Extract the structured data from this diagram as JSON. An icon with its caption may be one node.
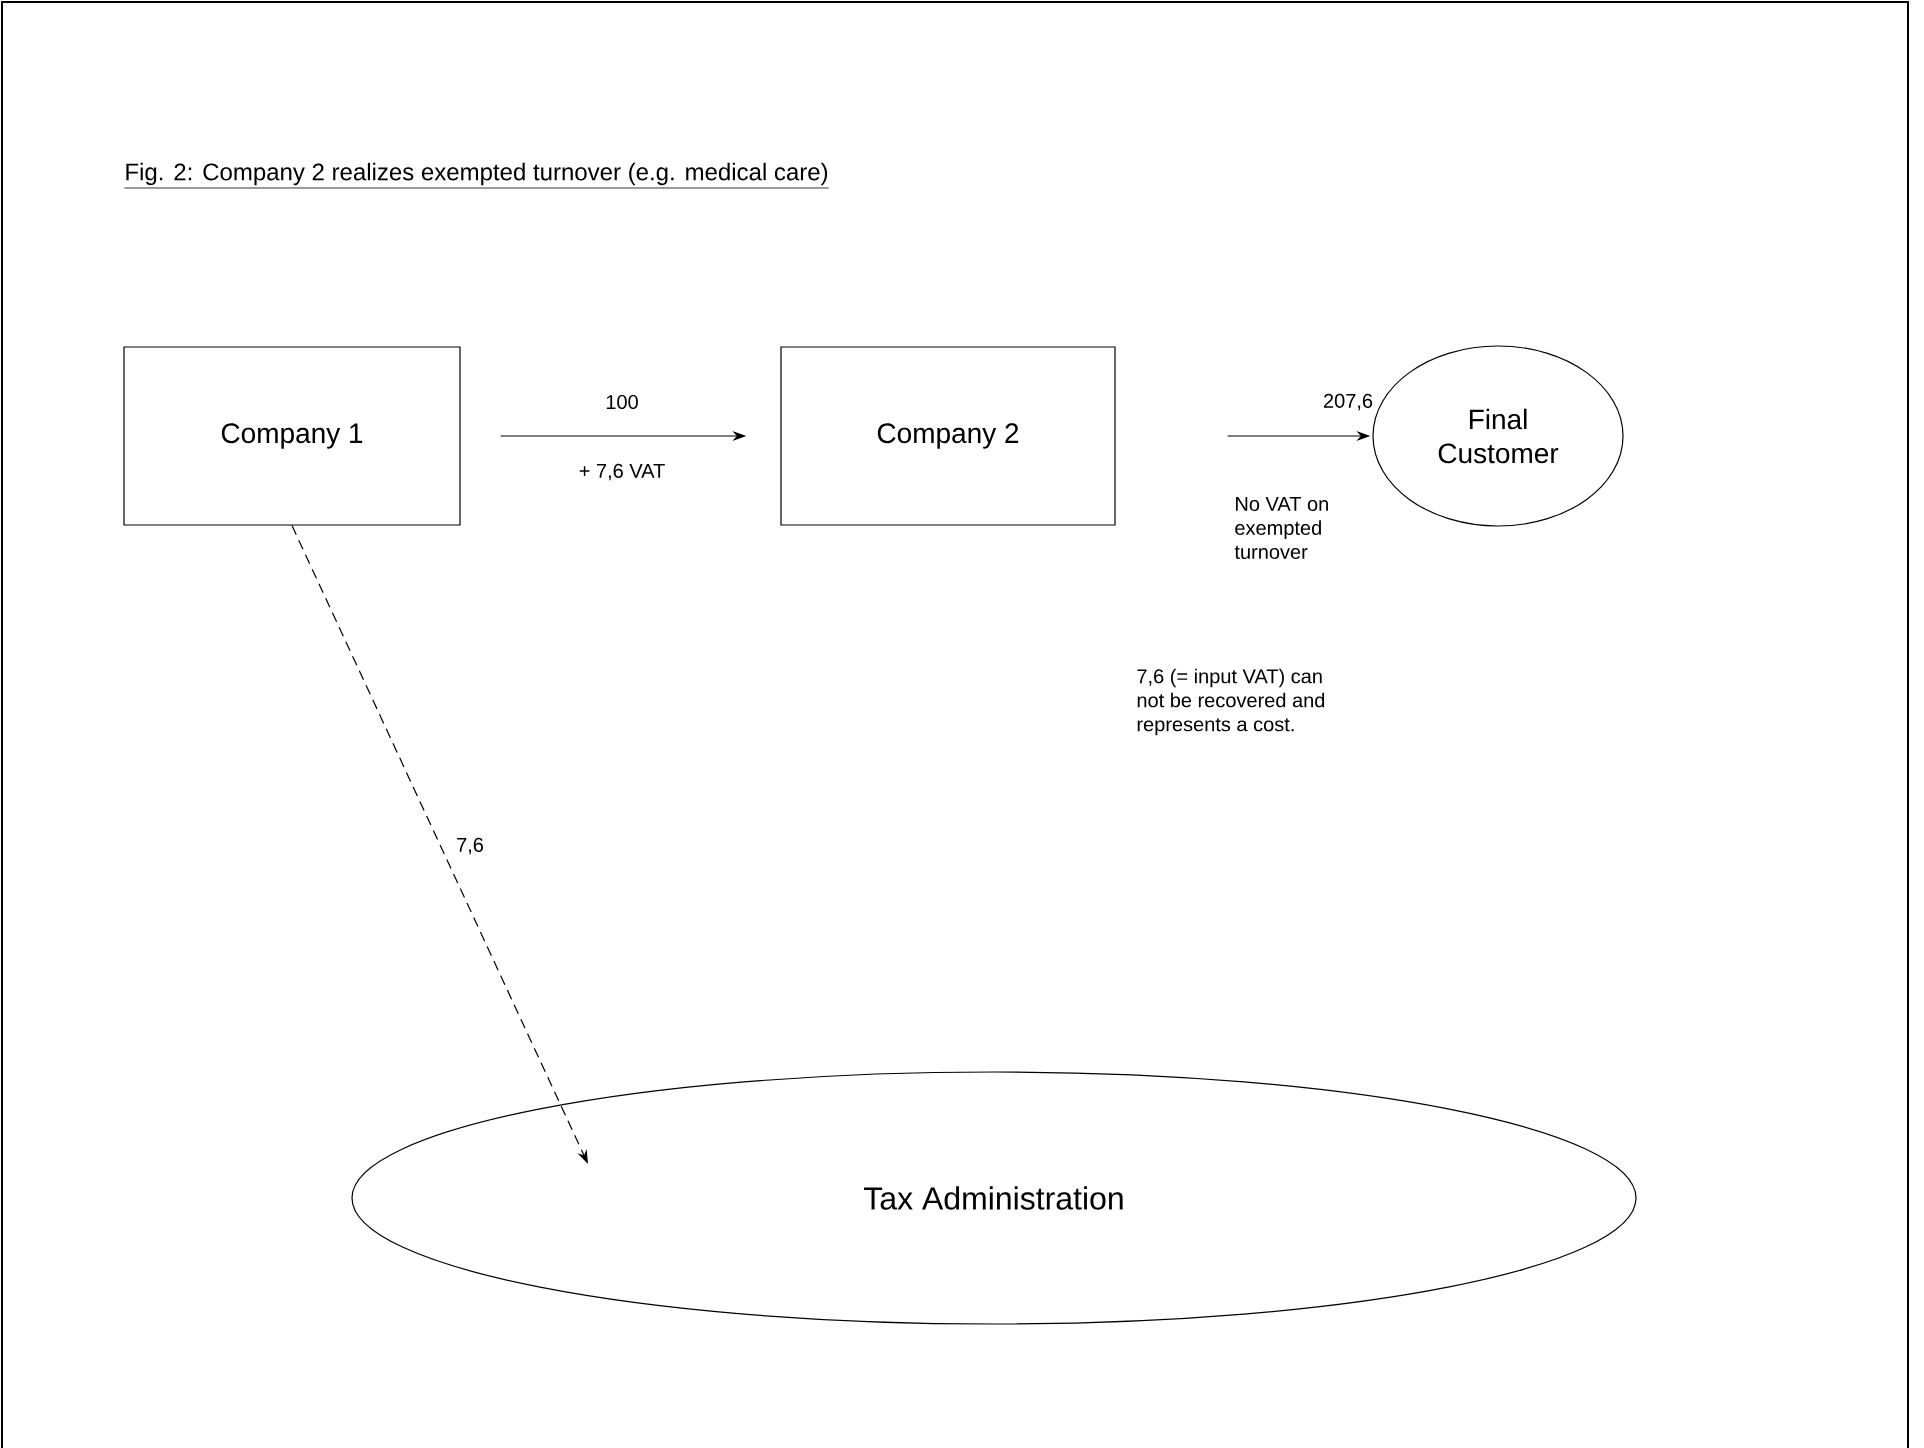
{
  "diagram": {
    "title": "Fig. 2: Company 2 realizes exempted turnover (e.g. medical care)",
    "nodes": [
      {
        "text": [
          "Company 1"
        ]
      },
      {
        "text": [
          "Company 2"
        ]
      },
      {
        "text": [
          "Final Customer"
        ]
      },
      {
        "text": [
          "Tax Administration"
        ]
      }
    ],
    "edges": [
      {
        "from": 0,
        "to": 1,
        "arrow": "to",
        "label": "100"
      },
      {
        "from": 1,
        "to": 2,
        "arrow": "to",
        "label": "207,6"
      },
      {
        "from": 0,
        "to": 3,
        "arrow": "to",
        "label": "7,6",
        "style": "dashed"
      }
    ],
    "labels": [
      "+ 7,6 VAT",
      "No VAT on exempted turnover",
      "7,6 (= input VAT) can not be recovered and represents a cost."
    ]
  }
}
